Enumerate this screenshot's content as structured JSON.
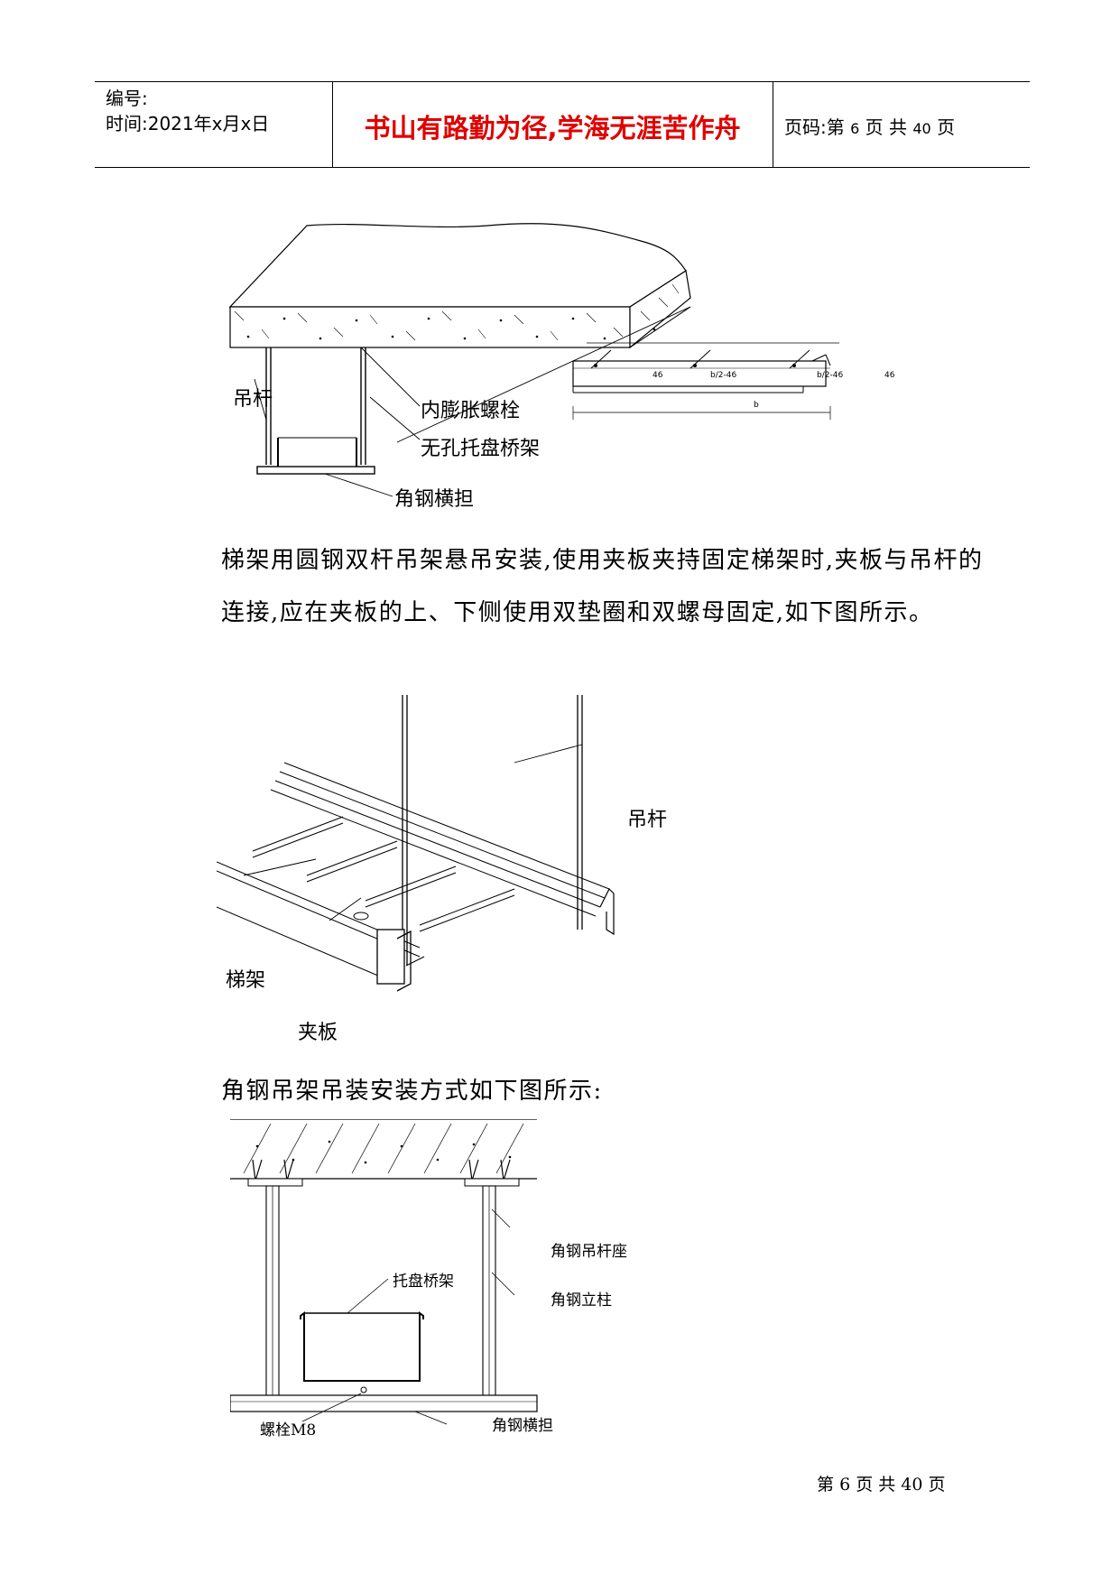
{
  "header": {
    "number_label": "编号:",
    "time_label": "时间:2021年x月x日",
    "motto": "书山有路勤为径,学海无涯苦作舟",
    "page_label": "页码:第",
    "page_current": "6",
    "page_mid": "页  共",
    "page_total": "40",
    "page_end": "页"
  },
  "figure1": {
    "labels": {
      "hanger_rod": "吊杆",
      "expansion_bolt": "内膨胀螺栓",
      "tray": "无孔托盘桥架",
      "angle_crossarm": "角钢横担"
    },
    "dims": {
      "d1": "46",
      "d2": "b/2-46",
      "d3": "b/2-46",
      "d4": "46",
      "b": "b"
    }
  },
  "paragraph1": "梯架用圆钢双杆吊架悬吊安装,使用夹板夹持固定梯架时,夹板与吊杆的连接,应在夹板的上、下侧使用双垫圈和双螺母固定,如下图所示。",
  "figure2": {
    "labels": {
      "hanger_rod": "吊杆",
      "ladder": "梯架",
      "clamp": "夹板"
    }
  },
  "paragraph2": "角钢吊架吊装安装方式如下图所示:",
  "figure3": {
    "labels": {
      "rod_seat": "角钢吊杆座",
      "tray": "托盘桥架",
      "post": "角钢立柱",
      "bolt": "螺栓M8",
      "crossarm": "角钢横担"
    }
  },
  "footer": {
    "prefix": "第",
    "current": "6",
    "mid": "页  共",
    "total": "40",
    "suffix": "页"
  }
}
